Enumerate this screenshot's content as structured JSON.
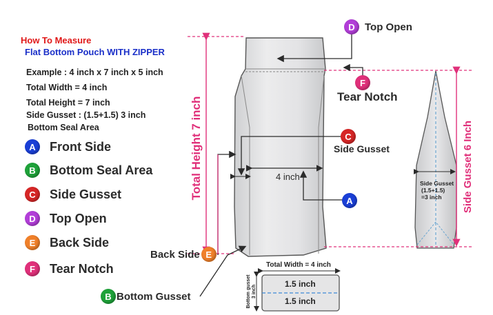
{
  "header": {
    "title": "How To Measure",
    "subtitle": "Flat Bottom Pouch WITH ZIPPER"
  },
  "example": {
    "line1": "Example : 4 inch x 7 inch x 5 inch",
    "line2": "Total Width = 4 inch",
    "line3": "Total Height = 7 inch",
    "line4": "Side Gusset : (1.5+1.5) 3 inch",
    "line5": "Bottom Seal Area"
  },
  "legend": [
    {
      "letter": "A",
      "label": "Front Side",
      "color": "#1a3fd6"
    },
    {
      "letter": "B",
      "label": "Bottom Seal Area",
      "color": "#1fa23a"
    },
    {
      "letter": "C",
      "label": "Side Gusset",
      "color": "#d62626"
    },
    {
      "letter": "D",
      "label": "Top Open",
      "color": "#b23ed8"
    },
    {
      "letter": "E",
      "label": "Back Side",
      "color": "#f0802a"
    },
    {
      "letter": "F",
      "label": "Tear Notch",
      "color": "#e0307a"
    }
  ],
  "callouts": {
    "top_open": {
      "letter": "D",
      "label": "Top Open"
    },
    "tear_notch": {
      "letter": "F",
      "label": "Tear Notch"
    },
    "side_gusset": {
      "letter": "C",
      "label": "Side Gusset"
    },
    "front": {
      "letter": "A"
    },
    "back_side": {
      "letter": "E",
      "label": "Back Side"
    },
    "bottom_gusset": {
      "letter": "B",
      "label": "Bottom Gusset"
    }
  },
  "dimensions": {
    "total_height": "Total Height 7 inch",
    "width_label": "4 inch",
    "side_gusset_height": "Side Gusset 6 Inch",
    "side_view_l1": "Side Gusset",
    "side_view_l2": "(1.5+1.5)",
    "side_view_l3": "=3 inch",
    "total_width": "Total Width = 4 inch",
    "bottom_gusset_side_l1": "Bottom gusset",
    "bottom_gusset_side_l2": "3 inch",
    "bottom_half_1": "1.5 inch",
    "bottom_half_2": "1.5 inch"
  },
  "colors": {
    "pink": "#e0307a",
    "dark": "#2b2b2b",
    "pouch": "#e9e9ea"
  }
}
